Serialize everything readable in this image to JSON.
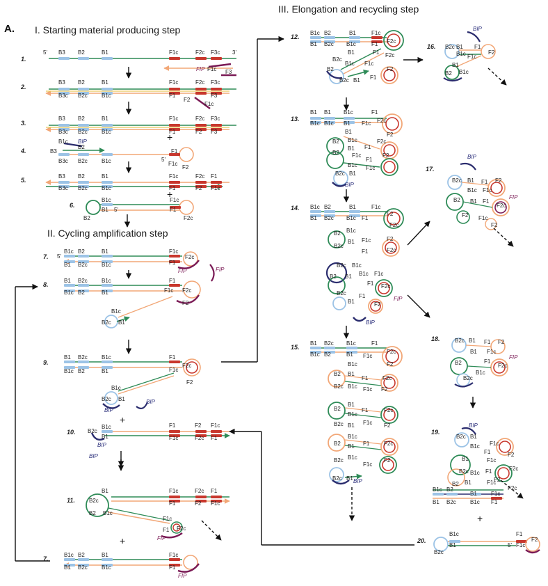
{
  "panel_label": "A.",
  "sections": {
    "s1": "I. Starting material producing step",
    "s2": "II. Cycling amplification step",
    "s3": "III. Elongation and recycling step"
  },
  "steps": [
    "1.",
    "2.",
    "3.",
    "4.",
    "5.",
    "6.",
    "7.",
    "8.",
    "9.",
    "10.",
    "11.",
    "7.",
    "12.",
    "13.",
    "14.",
    "15.",
    "16.",
    "17.",
    "18.",
    "19.",
    "20."
  ],
  "primers": {
    "fip": "FIP",
    "bip": "BIP"
  },
  "ends": {
    "five": "5'",
    "three": "3'"
  },
  "regions_top": [
    "B3",
    "B2",
    "B1",
    "F1c",
    "F2c",
    "F3c"
  ],
  "regions_bottom": [
    "B3c",
    "B2c",
    "B1c",
    "F1",
    "F2",
    "F3"
  ],
  "regions_loop": [
    "B1c",
    "B2c",
    "B1",
    "F1c",
    "F2c",
    "F1",
    "F2",
    "B2"
  ],
  "colors": {
    "green": "#2e8b57",
    "orange": "#f2a777",
    "red": "#c8372d",
    "light_blue": "#9cc3e6",
    "navy": "#2b2d6e",
    "purple": "#7a1a55",
    "yellow": "#e8c65a",
    "black": "#111111"
  }
}
